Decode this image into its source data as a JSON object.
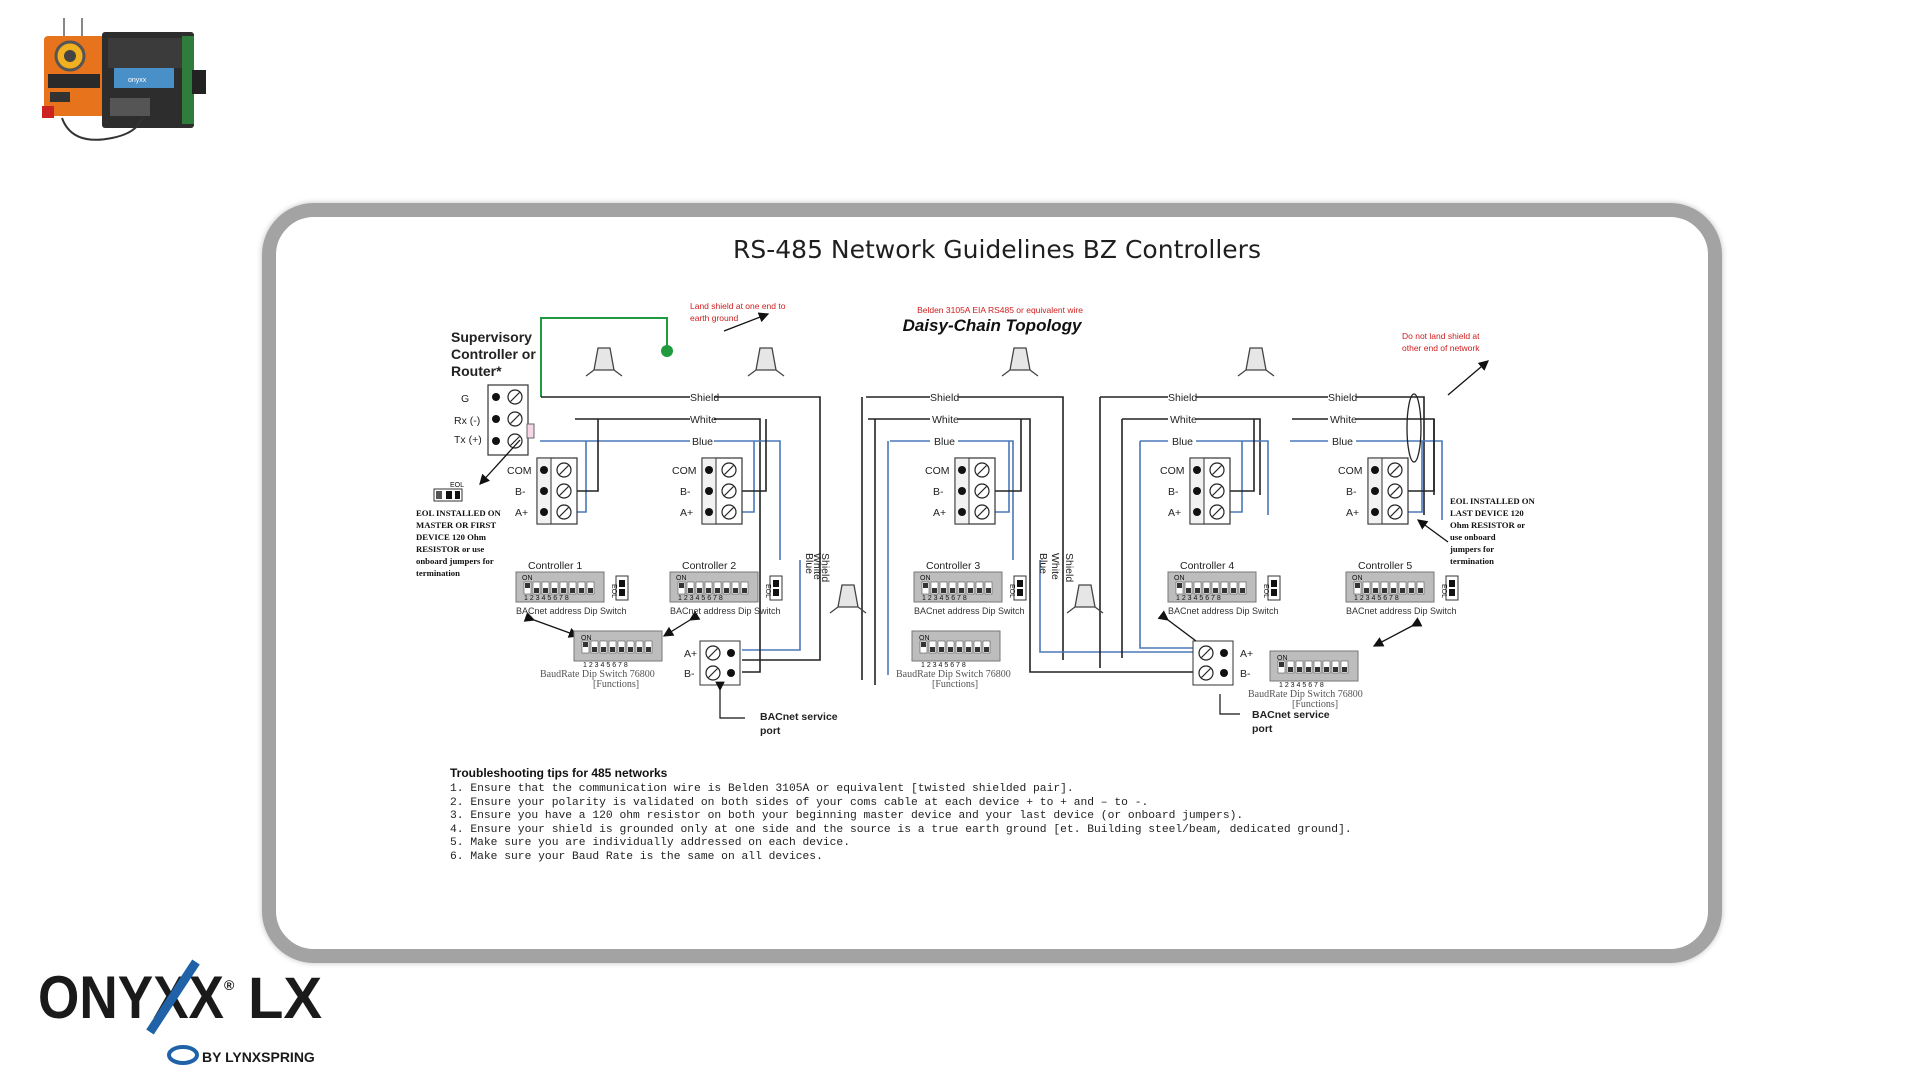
{
  "title": "RS-485 Network Guidelines BZ Controllers",
  "topology_title": "Daisy-Chain Topology",
  "wire_note": "Belden 3105A EIA RS485 or equivalent wire",
  "shield_note": [
    "Land shield at one end to",
    "earth ground"
  ],
  "no_shield_note": [
    "Do not land shield at",
    "other end of network"
  ],
  "supervisory": {
    "label_lines": [
      "Supervisory",
      "Controller or",
      "Router*"
    ],
    "terminals": [
      "G",
      "Rx (-)",
      "Tx (+)"
    ],
    "eol_tag": "EOL",
    "eol_note": [
      "EOL INSTALLED ON",
      "MASTER OR FIRST",
      "DEVICE 120 Ohm",
      "RESISTOR or use",
      "onboard jumpers for",
      "termination"
    ]
  },
  "last_eol_note": [
    "EOL INSTALLED ON",
    "LAST DEVICE 120",
    "Ohm RESISTOR or",
    "use onboard",
    "jumpers for",
    "termination"
  ],
  "wire_labels": {
    "shield": "Shield",
    "white": "White",
    "blue": "Blue"
  },
  "terminal_labels": {
    "com": "COM",
    "bminus": "B-",
    "aplus": "A+"
  },
  "controllers": [
    "Controller 1",
    "Controller 2",
    "Controller 3",
    "Controller 4",
    "Controller 5"
  ],
  "dip_label": "BACnet address Dip Switch",
  "dip_on": "ON",
  "dip_numbers": "1 2 3 4 5 6 7 8",
  "eol_jumper_tag": "EOL",
  "baud_label": "BaudRate Dip Switch 76800",
  "baud_sub": "[Functions]",
  "service_port": [
    "BACnet service",
    "port"
  ],
  "tips": {
    "heading": "Troubleshooting tips for 485 networks",
    "items": [
      "1. Ensure that the communication wire is Belden 3105A or equivalent [twisted shielded pair].",
      "2. Ensure your polarity is validated on both sides of your coms cable at each device + to + and – to -.",
      "3. Ensure you have a 120 ohm resistor on both your beginning master device and your last device (or onboard jumpers).",
      "4. Ensure your shield is grounded only at one side  and the source is a true earth ground [et. Building steel/beam, dedicated ground].",
      "5. Make sure you are individually addressed on each device.",
      "6. Make sure your Baud Rate is the same on all devices."
    ]
  },
  "logo": {
    "brand": "ONYXX",
    "suffix": "LX",
    "registered": "®",
    "byline": "BY LYNXSPRING"
  },
  "product_image": "actuator-controller-photo",
  "colors": {
    "wire_blue": "#4a78b8",
    "wire_black": "#222222",
    "ground_green": "#1f9a3c",
    "note_red": "#d01c1c",
    "logo_blue": "#1f62a8"
  }
}
